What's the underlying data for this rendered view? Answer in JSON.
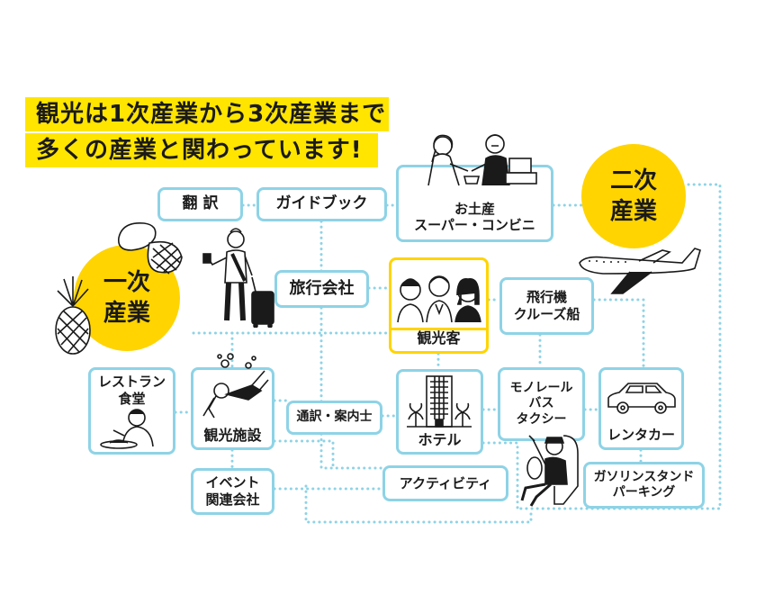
{
  "title": {
    "line1": "観光は1次産業から3次産業まで",
    "line2": "多くの産業と関わっています!"
  },
  "colors": {
    "accent_yellow": "#ffd400",
    "title_yellow": "#ffe500",
    "box_border": "#8ed3e6",
    "dotted_line": "#8ed3e6",
    "text": "#1a1a1a"
  },
  "industries": {
    "primary": [
      "一次",
      "産業"
    ],
    "secondary": [
      "二次",
      "産業"
    ]
  },
  "nodes": {
    "translation": "翻 訳",
    "guidebook": "ガイドブック",
    "souvenir": [
      "お土産",
      "スーパー・コンビニ"
    ],
    "travel_agency": "旅行会社",
    "tourists": "観光客",
    "airline": [
      "飛行機",
      "クルーズ船"
    ],
    "restaurant": [
      "レストラン",
      "食堂"
    ],
    "tourist_facility": "観光施設",
    "interpreter": "通訳・案内士",
    "hotel": "ホテル",
    "transport": [
      "モノレール",
      "バス",
      "タクシー"
    ],
    "rental_car": "レンタカー",
    "event": [
      "イベント",
      "関連会社"
    ],
    "activity": "アクティビティ",
    "gas_station": [
      "ガソリンスタンド",
      "パーキング"
    ]
  },
  "icons": [
    "pineapple-icon",
    "mango-icon",
    "airplane-icon",
    "car-icon",
    "hotel-building-icon",
    "traveler-icon",
    "shop-clerk-icon",
    "diver-icon",
    "diner-icon",
    "driver-icon",
    "tourist-faces-icon"
  ]
}
